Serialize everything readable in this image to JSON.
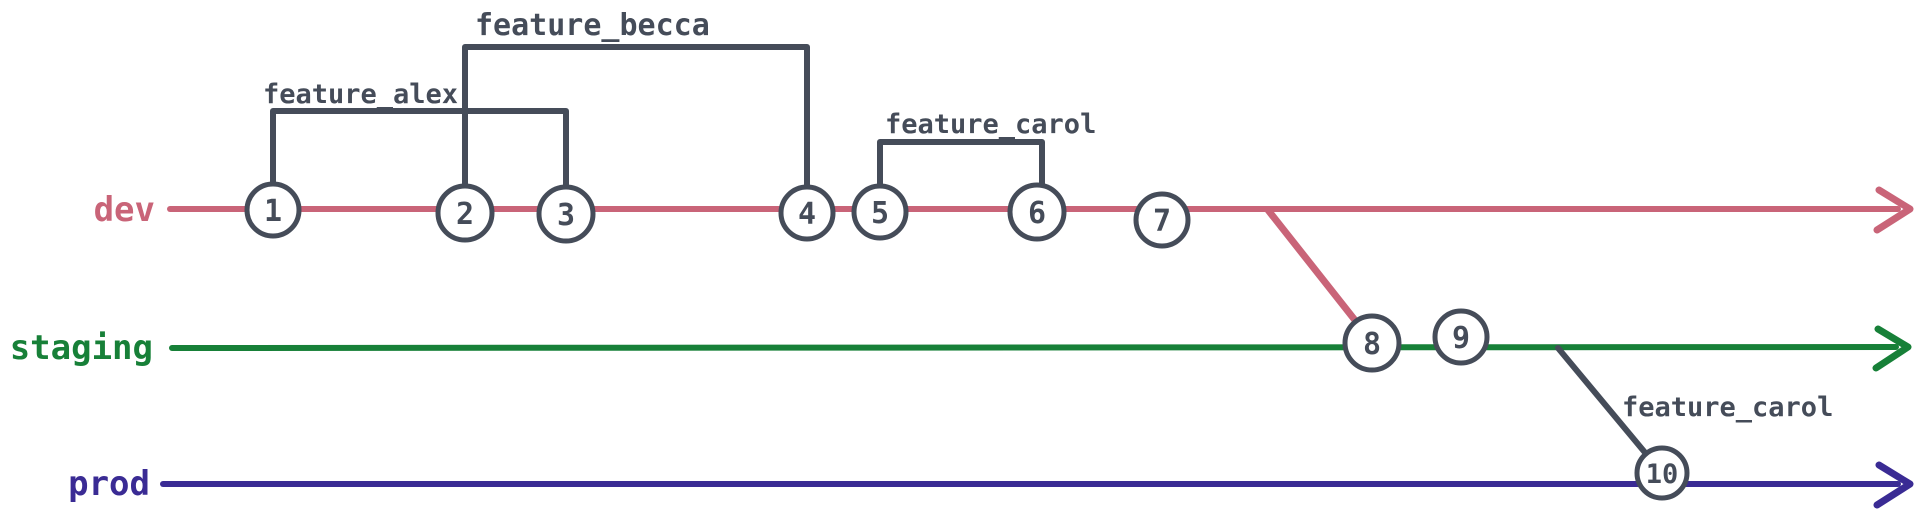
{
  "diagram_type": "git-branch-graph",
  "colors": {
    "dev": "#c96478",
    "staging": "#178038",
    "prod": "#3a2b94",
    "connector": "#454c59",
    "node_fill": "#ffffff"
  },
  "branches": [
    {
      "label": "dev"
    },
    {
      "label": "staging"
    },
    {
      "label": "prod"
    }
  ],
  "feature_branches": [
    {
      "label": "feature_alex",
      "from_commit": "1",
      "to_commit": "3"
    },
    {
      "label": "feature_becca",
      "from_commit": "2",
      "to_commit": "4"
    },
    {
      "label": "feature_carol",
      "from_commit": "5",
      "to_commit": "6"
    },
    {
      "label": "feature_carol",
      "from_branch": "staging",
      "to_commit": "10"
    }
  ],
  "merges": [
    {
      "from_branch": "dev",
      "to_commit": "8",
      "to_branch": "staging"
    }
  ],
  "commits": [
    {
      "label": "1",
      "branch": "dev"
    },
    {
      "label": "2",
      "branch": "dev"
    },
    {
      "label": "3",
      "branch": "dev"
    },
    {
      "label": "4",
      "branch": "dev"
    },
    {
      "label": "5",
      "branch": "dev"
    },
    {
      "label": "6",
      "branch": "dev"
    },
    {
      "label": "7",
      "branch": "dev"
    },
    {
      "label": "8",
      "branch": "staging"
    },
    {
      "label": "9",
      "branch": "staging"
    },
    {
      "label": "10",
      "branch": "prod"
    }
  ]
}
